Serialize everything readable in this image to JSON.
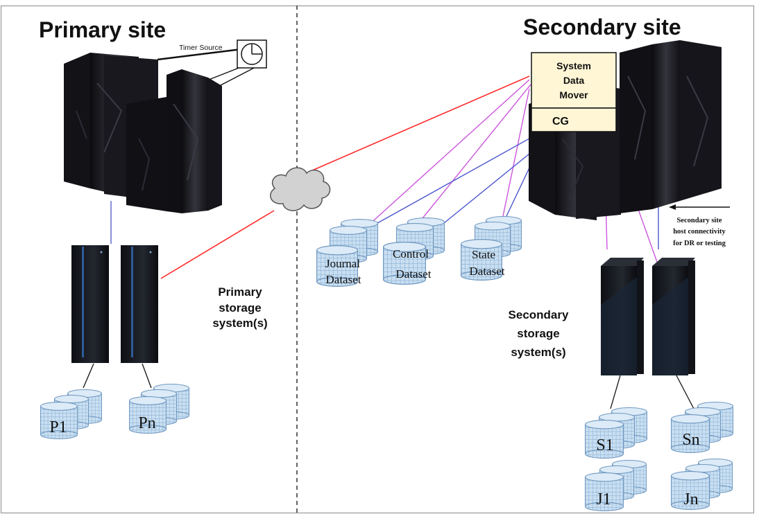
{
  "primary": {
    "title": "Primary site",
    "timer_label": "Timer Source",
    "storage_label": [
      "Primary",
      "storage",
      "system(s)"
    ],
    "volumes": [
      "P1",
      "Pn"
    ]
  },
  "secondary": {
    "title": "Secondary site",
    "sdm_label": [
      "System",
      "Data",
      "Mover"
    ],
    "cg_label": "CG",
    "datasets": [
      [
        "Journal",
        "Dataset"
      ],
      [
        "Control",
        "Dataset"
      ],
      [
        "State",
        "Dataset"
      ]
    ],
    "storage_label": [
      "Secondary",
      "storage",
      "system(s)"
    ],
    "connectivity_note": [
      "Secondary site",
      "host connectivity",
      "for DR or testing"
    ],
    "volumes": [
      "S1",
      "Sn",
      "J1",
      "Jn"
    ]
  },
  "colors": {
    "replication_link": "#ff2a2a",
    "control_link": "#cc55dd",
    "data_link": "#4a55cc",
    "server": "#1c1c22",
    "disk": "#b7d4ec",
    "sdm_fill": "#fff6d6"
  }
}
